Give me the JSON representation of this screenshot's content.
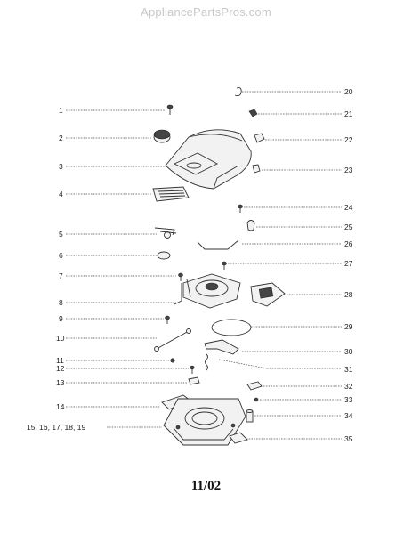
{
  "watermark": "AppliancePartsPros.com",
  "footer": "11/02",
  "left_callouts": [
    "1",
    "2",
    "3",
    "4",
    "5",
    "6",
    "7",
    "8",
    "9",
    "10",
    "11",
    "12",
    "13",
    "14",
    "15, 16, 17, 18, 19"
  ],
  "right_callouts": [
    "20",
    "21",
    "22",
    "23",
    "24",
    "25",
    "26",
    "27",
    "28",
    "29",
    "30",
    "31",
    "32",
    "33",
    "34",
    "35"
  ]
}
